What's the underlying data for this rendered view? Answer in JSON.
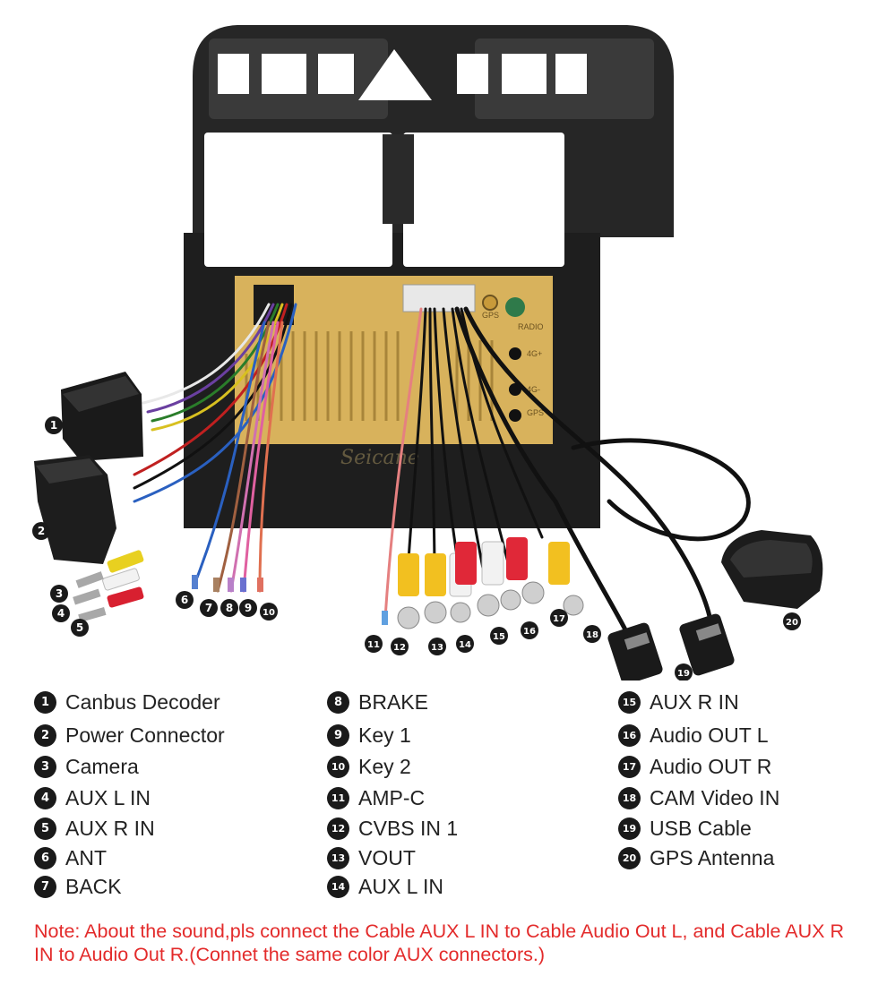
{
  "brand_watermark": "Seicane",
  "panel_labels": {
    "gps": "GPS",
    "radio": "RADIO",
    "port_4g_a": "4G+",
    "port_4g_b": "4G-",
    "gps2": "GPS"
  },
  "colors": {
    "note": "#e32b2b",
    "callout": "#1a1a1a",
    "panel": "#d8b25c",
    "frame": "#1f1f1f"
  },
  "callouts": [
    "1",
    "2",
    "3",
    "4",
    "5",
    "6",
    "7",
    "8",
    "9",
    "10",
    "11",
    "12",
    "13",
    "14",
    "15",
    "16",
    "17",
    "18",
    "19",
    "20"
  ],
  "legend": [
    {
      "num": "1",
      "label": "Canbus Decoder"
    },
    {
      "num": "2",
      "label": "Power Connector"
    },
    {
      "num": "3",
      "label": "Camera"
    },
    {
      "num": "4",
      "label": "AUX L IN"
    },
    {
      "num": "5",
      "label": "AUX R IN"
    },
    {
      "num": "6",
      "label": "ANT"
    },
    {
      "num": "7",
      "label": "BACK"
    },
    {
      "num": "8",
      "label": "BRAKE"
    },
    {
      "num": "9",
      "label": "Key 1"
    },
    {
      "num": "10",
      "label": "Key 2"
    },
    {
      "num": "11",
      "label": "AMP-C"
    },
    {
      "num": "12",
      "label": "CVBS IN 1"
    },
    {
      "num": "13",
      "label": "VOUT"
    },
    {
      "num": "14",
      "label": "AUX L IN"
    },
    {
      "num": "15",
      "label": "AUX R IN"
    },
    {
      "num": "16",
      "label": "Audio OUT L"
    },
    {
      "num": "17",
      "label": "Audio OUT R"
    },
    {
      "num": "18",
      "label": "CAM Video IN"
    },
    {
      "num": "19",
      "label": "USB Cable"
    },
    {
      "num": "20",
      "label": "GPS Antenna"
    }
  ],
  "note": "Note: About the sound,pls connect the Cable AUX L IN to Cable Audio Out L, and Cable AUX R IN to  Audio Out R.(Connet the same color AUX connectors.)"
}
